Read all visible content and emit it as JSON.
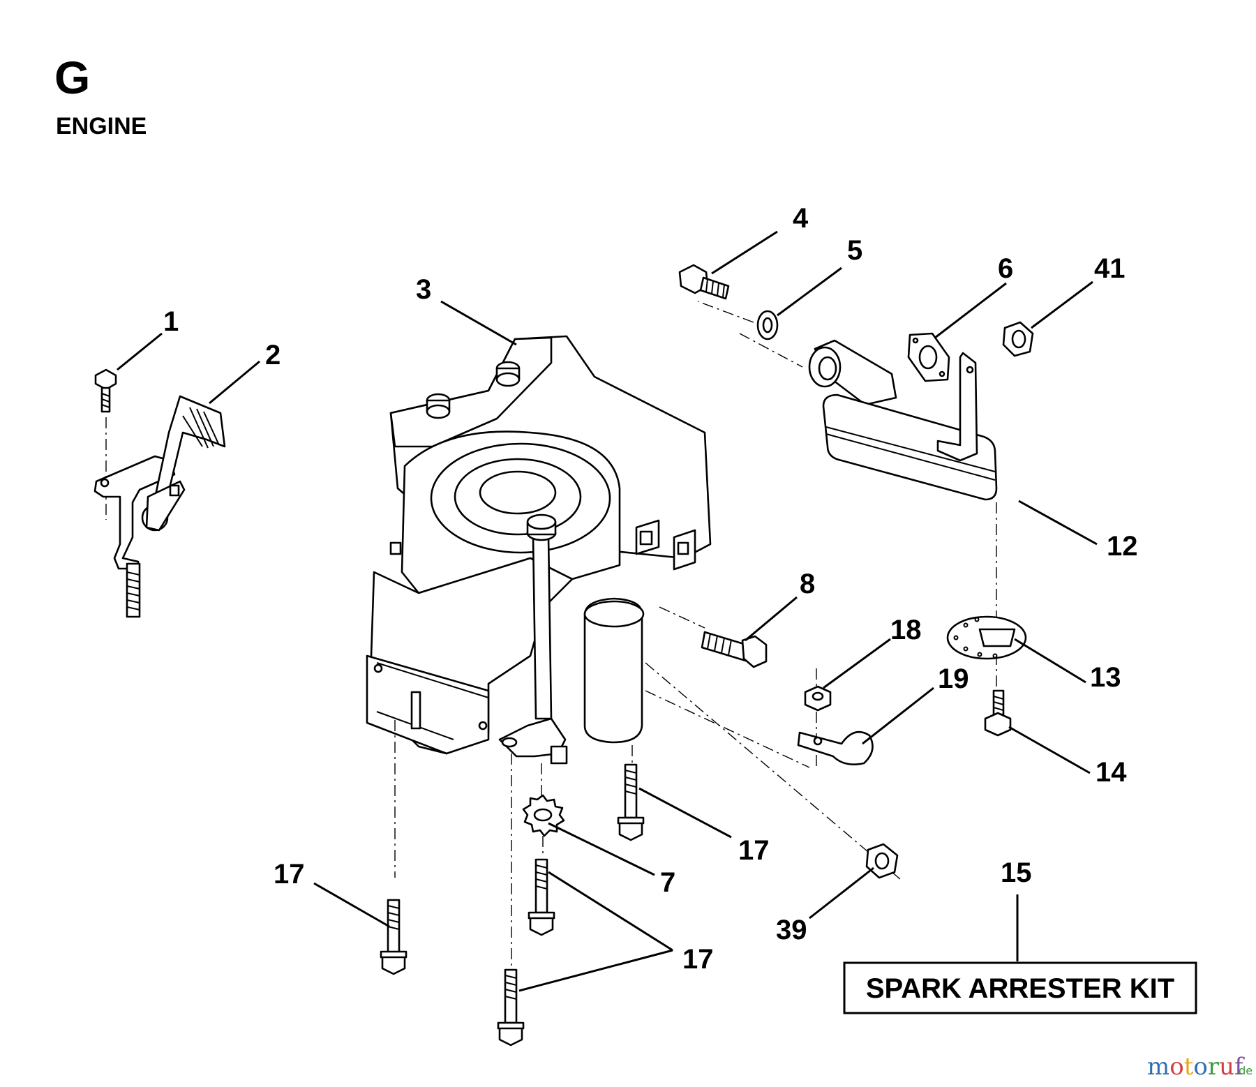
{
  "header": {
    "section_letter": "G",
    "section_title": "ENGINE"
  },
  "callouts": {
    "c1": "1",
    "c2": "2",
    "c3": "3",
    "c4": "4",
    "c5": "5",
    "c6": "6",
    "c7": "7",
    "c8": "8",
    "c12": "12",
    "c13": "13",
    "c14": "14",
    "c15": "15",
    "c17a": "17",
    "c17b": "17",
    "c17c": "17",
    "c18": "18",
    "c19": "19",
    "c39": "39",
    "c41": "41"
  },
  "kit_box": {
    "label": "SPARK ARRESTER KIT"
  },
  "watermark": {
    "main": "motoruf",
    "suffix": ".de",
    "colors": [
      "#2e6db4",
      "#d33f3f",
      "#e8a517",
      "#2e6db4",
      "#3c9a3c",
      "#d33f3f",
      "#7a4fa0"
    ]
  }
}
